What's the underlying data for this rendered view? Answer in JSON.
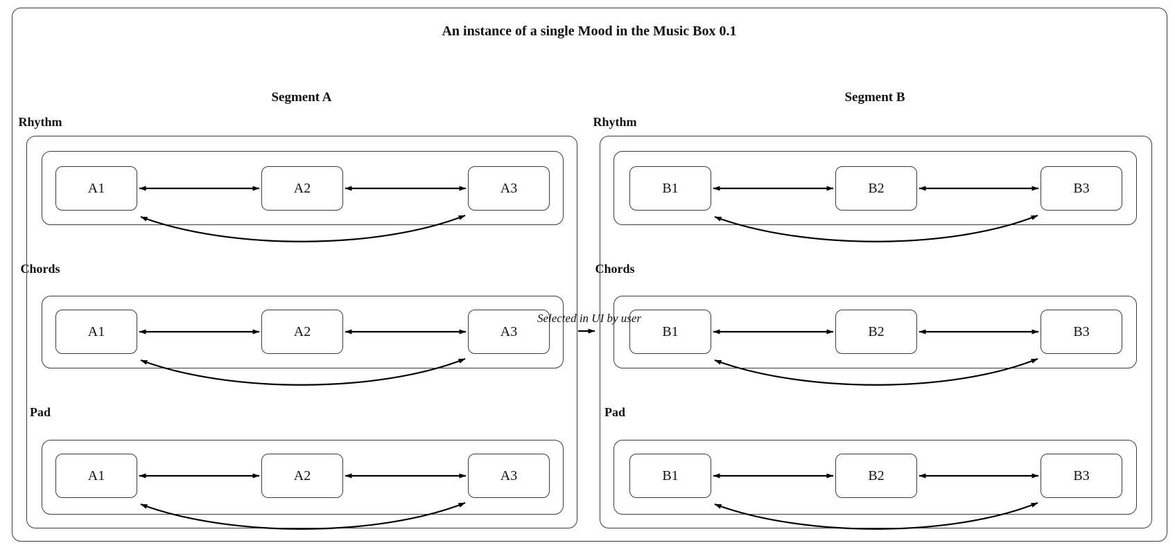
{
  "title": "An instance of a single Mood in the Music Box 0.1",
  "edge_label": "Selected in UI by user",
  "colors": {
    "background": "#ffffff",
    "box_border": "#3a3a3a",
    "edge": "#000000",
    "text": "#111111"
  },
  "segments": [
    {
      "label": "Segment A",
      "tracks": [
        {
          "label": "Rhythm",
          "nodes": [
            "A1",
            "A2",
            "A3"
          ]
        },
        {
          "label": "Chords",
          "nodes": [
            "A1",
            "A2",
            "A3"
          ]
        },
        {
          "label": "Pad",
          "nodes": [
            "A1",
            "A2",
            "A3"
          ]
        }
      ]
    },
    {
      "label": "Segment B",
      "tracks": [
        {
          "label": "Rhythm",
          "nodes": [
            "B1",
            "B2",
            "B3"
          ]
        },
        {
          "label": "Chords",
          "nodes": [
            "B1",
            "B2",
            "B3"
          ]
        },
        {
          "label": "Pad",
          "nodes": [
            "B1",
            "B2",
            "B3"
          ]
        }
      ]
    }
  ]
}
